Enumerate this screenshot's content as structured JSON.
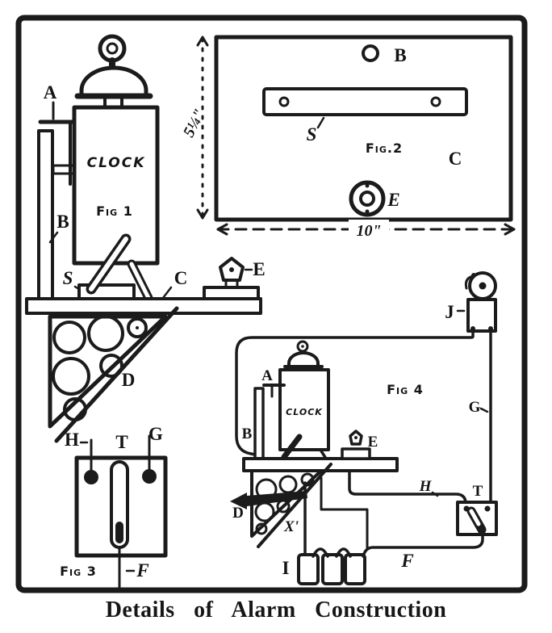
{
  "caption": "Details of Alarm Construction",
  "colors": {
    "ink": "#1b1b1b",
    "paper": "#ffffff"
  },
  "fig1": {
    "title": "Fig 1",
    "clock_label": "CLOCK",
    "labels": {
      "A": "A",
      "B": "B",
      "S": "S",
      "C": "C",
      "E": "E",
      "D": "D"
    }
  },
  "fig2": {
    "title": "Fig.2",
    "labels": {
      "B": "B",
      "S": "S",
      "C": "C",
      "E": "E"
    },
    "dims": {
      "height": "5¼\"",
      "width": "10\""
    }
  },
  "fig3": {
    "title": "Fig 3",
    "labels": {
      "H": "H",
      "T": "T",
      "G": "G",
      "F": "F"
    }
  },
  "fig4": {
    "title": "Fig 4",
    "clock_label": "CLOCK",
    "labels": {
      "A": "A",
      "B": "B",
      "D": "D",
      "X": "X'",
      "E": "E",
      "J": "J",
      "G": "G",
      "H": "H",
      "T": "T",
      "F": "F",
      "I": "I"
    }
  }
}
